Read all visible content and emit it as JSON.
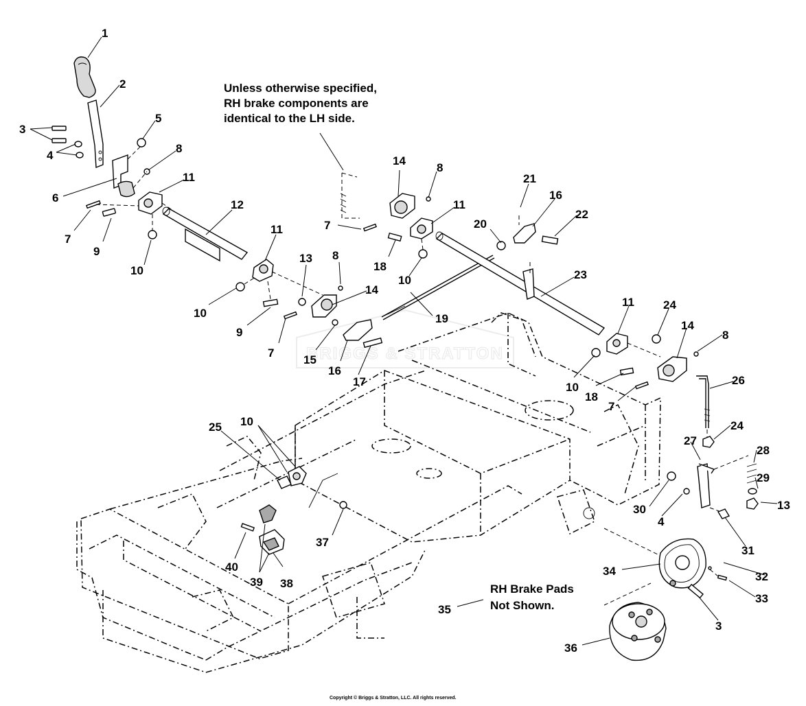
{
  "note_specified": {
    "line1": "Unless otherwise specified,",
    "line2": "RH brake components are",
    "line3": "identical to the LH side."
  },
  "note_pads": {
    "line1": "RH Brake Pads",
    "line2": "Not Shown."
  },
  "watermark": "BRIGGS & STRATTON",
  "copyright": "Copyright © Briggs & Stratton, LLC. All rights reserved.",
  "callouts": [
    "1",
    "2",
    "3",
    "4",
    "5",
    "6",
    "7",
    "8",
    "9",
    "10",
    "11",
    "12",
    "13",
    "14",
    "15",
    "16",
    "17",
    "18",
    "19",
    "20",
    "21",
    "22",
    "23",
    "24",
    "25",
    "26",
    "27",
    "28",
    "29",
    "30",
    "31",
    "32",
    "33",
    "34",
    "35",
    "36",
    "37",
    "38",
    "39",
    "40"
  ]
}
